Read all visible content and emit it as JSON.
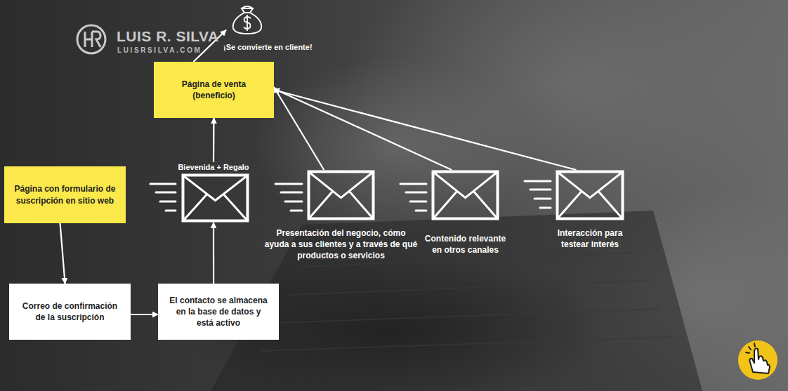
{
  "diagram": {
    "nodes": [
      {
        "text": [
          "¡Se convierte en cliente!"
        ]
      },
      {
        "text": [
          "Página de venta (beneficio)"
        ]
      },
      {
        "text": [
          "Página con formulario de suscripción en sitio web"
        ]
      },
      {
        "text": [
          "Bievenida + Regalo"
        ]
      },
      {
        "text": [
          "Presentación del negocio, cómo ayuda a sus clientes y a través de qué productos o servicios"
        ]
      },
      {
        "text": [
          "Contenido relevante en otros canales"
        ]
      },
      {
        "text": [
          "Interacción para testear interés"
        ]
      },
      {
        "text": [
          "Correo de confirmación de la suscripción"
        ]
      },
      {
        "text": [
          "El contacto se almacena en la base de datos y está activo"
        ]
      }
    ],
    "edges": [
      {
        "from": 1,
        "to": 0,
        "arrow": "to"
      },
      {
        "from": 3,
        "to": 1,
        "arrow": "to"
      },
      {
        "from": 4,
        "to": 1,
        "arrow": "to"
      },
      {
        "from": 5,
        "to": 1,
        "arrow": "to"
      },
      {
        "from": 6,
        "to": 1,
        "arrow": "to"
      },
      {
        "from": 2,
        "to": 7,
        "arrow": "to"
      },
      {
        "from": 7,
        "to": 8,
        "arrow": "to"
      },
      {
        "from": 8,
        "to": 3,
        "arrow": "to"
      }
    ],
    "labels": [
      "LUIS R. SILVA",
      "LUISRSILVA.COM"
    ]
  }
}
